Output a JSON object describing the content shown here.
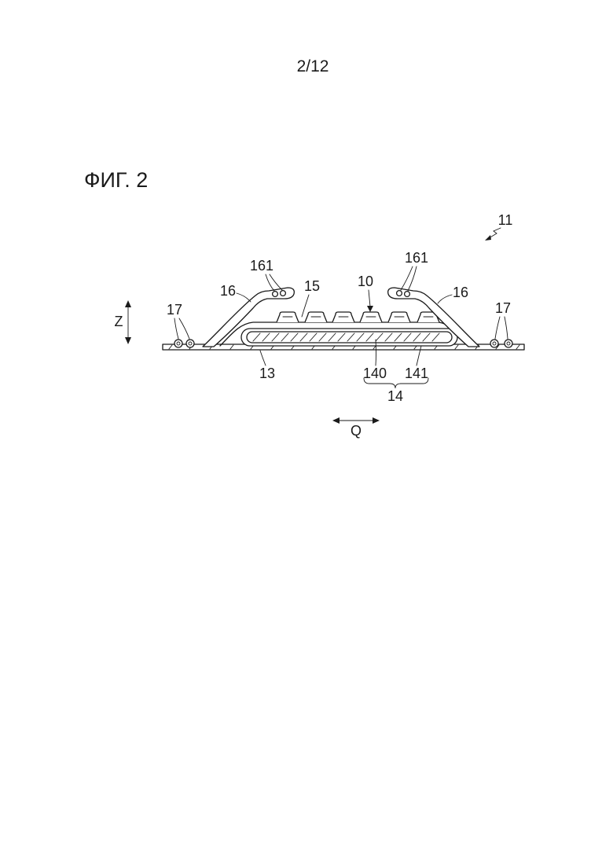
{
  "colors": {
    "ink": "#1a1a1a",
    "paper": "#ffffff"
  },
  "page": {
    "number": "2/12"
  },
  "figure": {
    "label": "ФИГ. 2"
  },
  "refs": {
    "r11": "11",
    "r161_left": "161",
    "r161_right": "161",
    "r16_left": "16",
    "r16_right": "16",
    "r15": "15",
    "r10": "10",
    "r17_left": "17",
    "r17_right": "17",
    "r13": "13",
    "r140": "140",
    "r141": "141",
    "r14": "14"
  },
  "axes": {
    "z": "Z",
    "q": "Q"
  }
}
